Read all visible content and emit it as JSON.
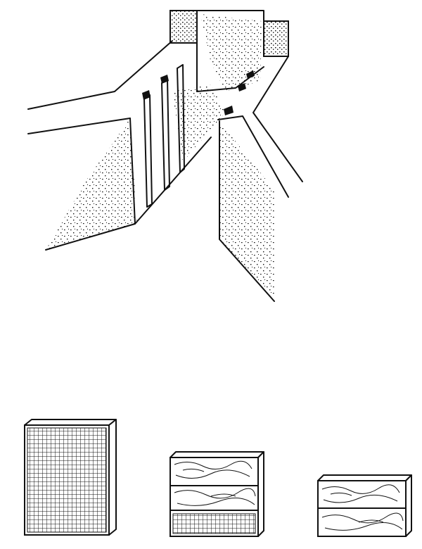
{
  "colors": {
    "ink": "#111111",
    "paper": "#ffffff"
  },
  "figure": {
    "parts": [
      "duct-assembly",
      "filter-panel-grid",
      "filter-panel-mixed",
      "filter-panel-fibrous"
    ]
  }
}
